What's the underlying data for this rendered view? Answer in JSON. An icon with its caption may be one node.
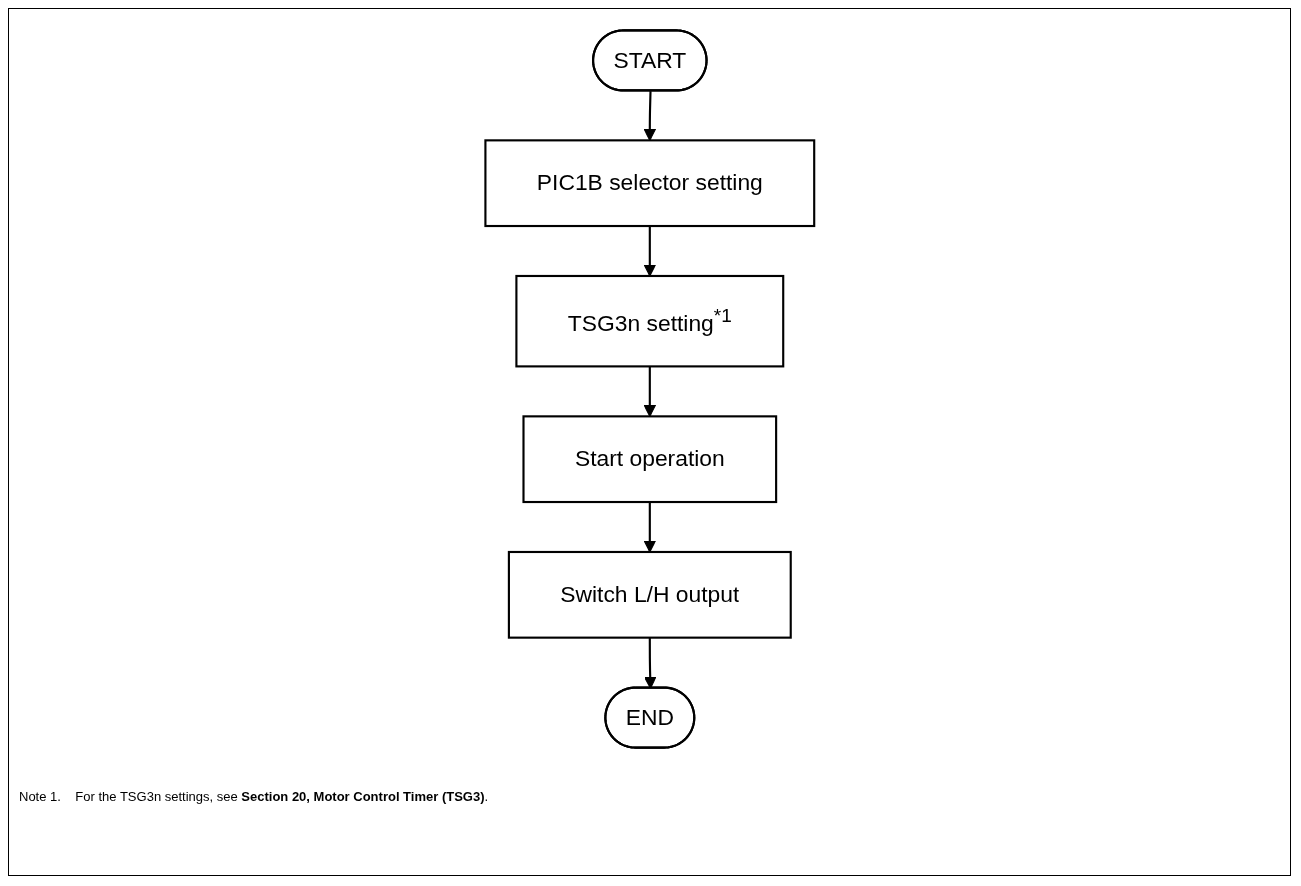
{
  "diagram": {
    "nodes": [
      {
        "text": [
          "START"
        ]
      },
      {
        "text": [
          "PIC1B selector setting"
        ]
      },
      {
        "text": [
          "TSG3n setting$^{*1}$"
        ]
      },
      {
        "text": [
          "Start operation"
        ]
      },
      {
        "text": [
          "Switch L/H output"
        ]
      },
      {
        "text": [
          "END"
        ]
      }
    ],
    "edges": [
      {
        "from": 0,
        "to": 1,
        "arrow": "to"
      },
      {
        "from": 1,
        "to": 2,
        "arrow": "to"
      },
      {
        "from": 2,
        "to": 3,
        "arrow": "to"
      },
      {
        "from": 3,
        "to": 4,
        "arrow": "to"
      },
      {
        "from": 4,
        "to": 5,
        "arrow": "to"
      }
    ],
    "labels": [
      "Note 1.    For the TSG3n settings, see **Section 20, Motor Control Timer (TSG3)**."
    ]
  }
}
